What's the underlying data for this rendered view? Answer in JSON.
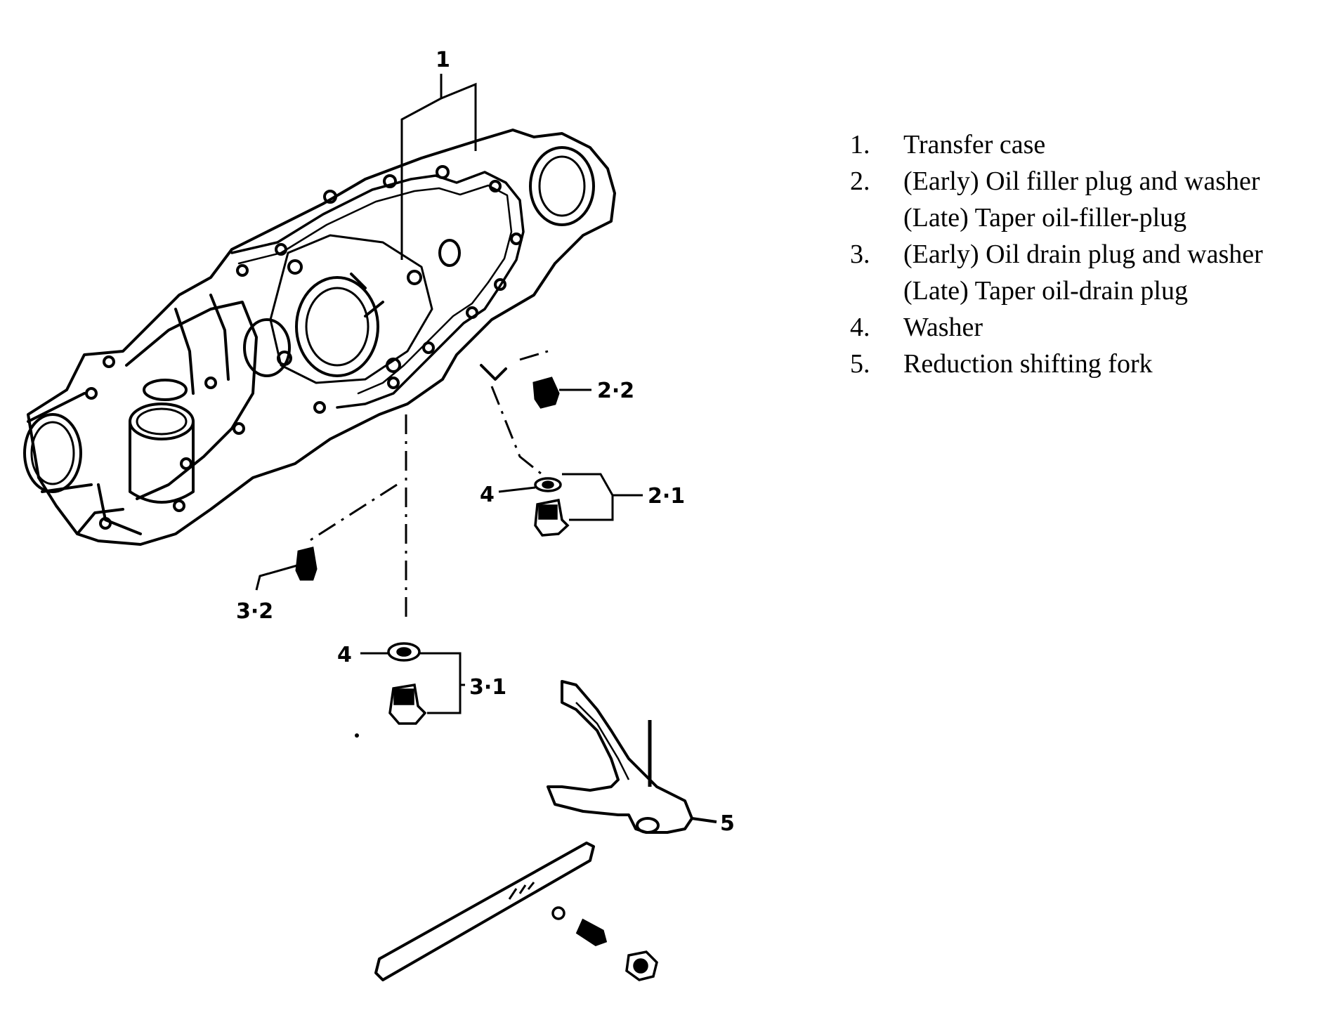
{
  "callouts": {
    "c1": "1",
    "c2_2": "2·2",
    "c2_1": "2·1",
    "c4_upper": "4",
    "c3_2": "3·2",
    "c4_lower": "4",
    "c3_1": "3·1",
    "c5": "5"
  },
  "legend": [
    {
      "num": "1.",
      "lines": [
        "Transfer case"
      ]
    },
    {
      "num": "2.",
      "lines": [
        "(Early) Oil filler plug and washer",
        "(Late) Taper oil-filler-plug"
      ]
    },
    {
      "num": "3.",
      "lines": [
        "(Early) Oil drain plug and washer",
        "(Late) Taper oil-drain plug"
      ]
    },
    {
      "num": "4.",
      "lines": [
        "Washer"
      ]
    },
    {
      "num": "5.",
      "lines": [
        "Reduction shifting fork"
      ]
    }
  ]
}
